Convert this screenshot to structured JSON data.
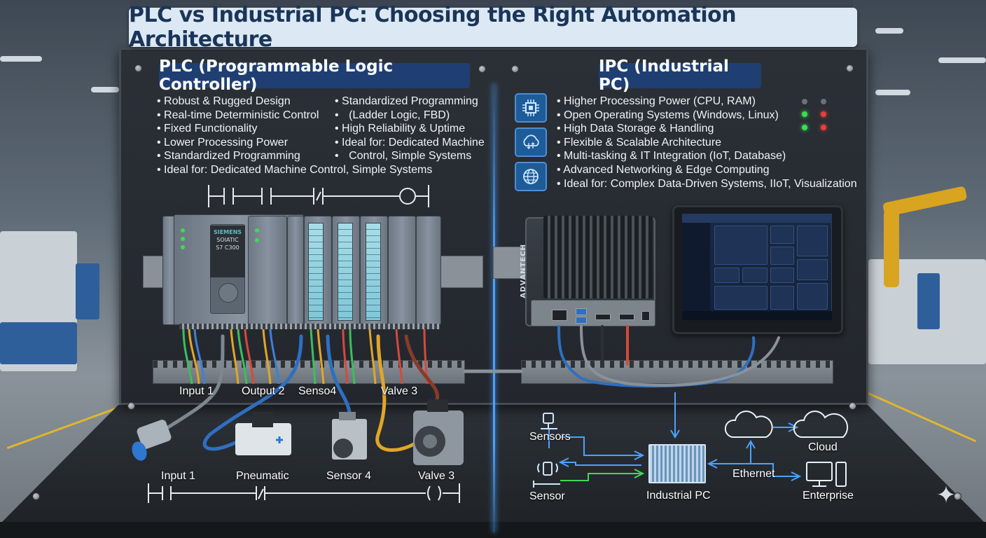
{
  "title": "PLC vs Industrial PC: Choosing the Right Automation Architecture",
  "plc": {
    "heading": "PLC (Programmable Logic Controller)",
    "features_col1": [
      "Robust & Rugged Design",
      "Real-time Deterministic Control",
      "Fixed Functionality",
      "Lower Processing Power",
      "Standardized Programming",
      "Ideal for: Dedicated Machine Control, Simple Systems"
    ],
    "features_col2": [
      "Standardized Programming",
      "(Ladder Logic, FBD)",
      "High Reliability & Uptime",
      "Ideal for: Dedicated Machine",
      "Control, Simple Systems"
    ],
    "cpu_brand": "SIEMENS",
    "cpu_model_line1": "SOIATIC",
    "cpu_model_line2": "S7 C300",
    "wire_labels": [
      "Input 1",
      "Output 2",
      "Senso4",
      "Valve 3"
    ],
    "device_labels": [
      "Input 1",
      "Pneumatic",
      "Sensor 4",
      "Valve 3"
    ]
  },
  "ipc": {
    "heading": "IPC (Industrial PC)",
    "features": [
      "Higher Processing Power (CPU, RAM)",
      "Open Operating Systems (Windows, Linux)",
      "High Data Storage & Handling",
      "Flexible & Scalable Architecture",
      "Multi-tasking & IT Integration (IoT, Database)",
      "Advanced Networking & Edge Computing",
      "Ideal for: Complex Data-Driven Systems, IIoT, Visualization"
    ],
    "icons": [
      "cpu-chip-icon",
      "cloud-sync-icon",
      "globe-icon"
    ],
    "box_brand": "ADVANTECH"
  },
  "network": {
    "sensors_label": "Sensors",
    "sensor_label": "Sensor",
    "ipc_label": "Industrial PC",
    "ethernet_label": "Ethernet",
    "cloud_label": "Cloud",
    "enterprise_label": "Enterprise"
  },
  "colors": {
    "accent_blue": "#4aa3ff",
    "heading_bg": "#1f3f73",
    "title_bg": "#dce9f4",
    "title_text": "#1b3558",
    "led_green": "#3ddc52",
    "led_red": "#e5403a"
  }
}
